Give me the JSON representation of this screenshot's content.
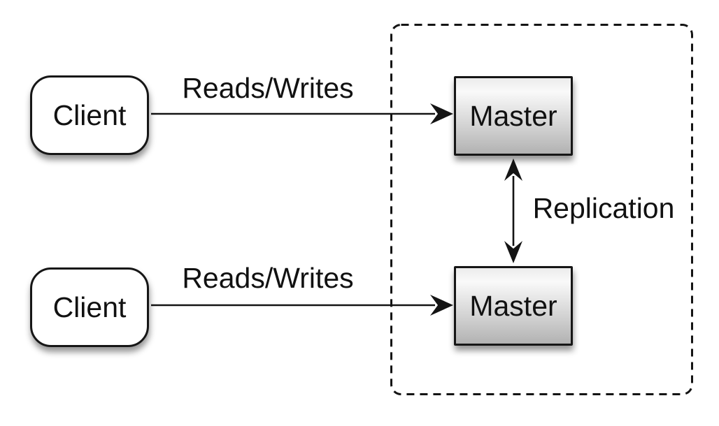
{
  "diagram": {
    "nodes": {
      "client_top": {
        "label": "Client"
      },
      "client_bottom": {
        "label": "Client"
      },
      "master_top": {
        "label": "Master"
      },
      "master_bottom": {
        "label": "Master"
      }
    },
    "edges": {
      "reads_writes_top": {
        "label": "Reads/Writes"
      },
      "reads_writes_bottom": {
        "label": "Reads/Writes"
      },
      "replication": {
        "label": "Replication"
      }
    },
    "colors": {
      "background": "#ffffff",
      "line": "#141414",
      "node_border": "#161616",
      "client_fill": "#ffffff",
      "master_fill_top": "#f9f9f9",
      "master_fill_bottom": "#b2b2b2"
    }
  }
}
